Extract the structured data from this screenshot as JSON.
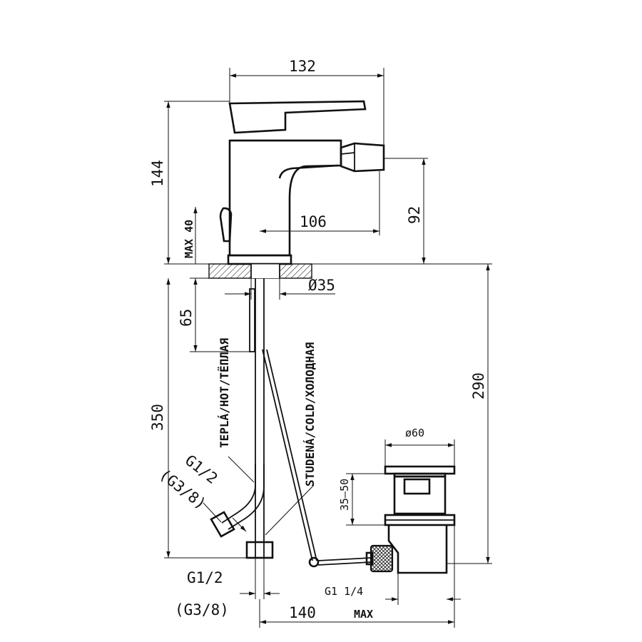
{
  "dimensions": {
    "width_top": "132",
    "height_total": "144",
    "max_thickness": "MAX  40",
    "spout_reach": "106",
    "spout_height": "92",
    "hole_diameter": "Ø35",
    "stem_length": "65",
    "hose_length": "350",
    "drain_depth": "290",
    "hot_inlet": "G1/2",
    "hot_inlet_alt": "(G3/8)",
    "bottom_inlet": "G1/2",
    "bottom_inlet_alt": "(G3/8)",
    "drain_reach": "140",
    "drain_reach_max": "MAX",
    "drain_thread": "G1  1/4",
    "drain_diameter": "ø60",
    "drain_range": "35–50"
  },
  "labels": {
    "hot": "TEPLÁ/HOT/ТЁПЛАЯ",
    "cold": "STUDENÁ/COLD/ХОЛОДНАЯ"
  }
}
